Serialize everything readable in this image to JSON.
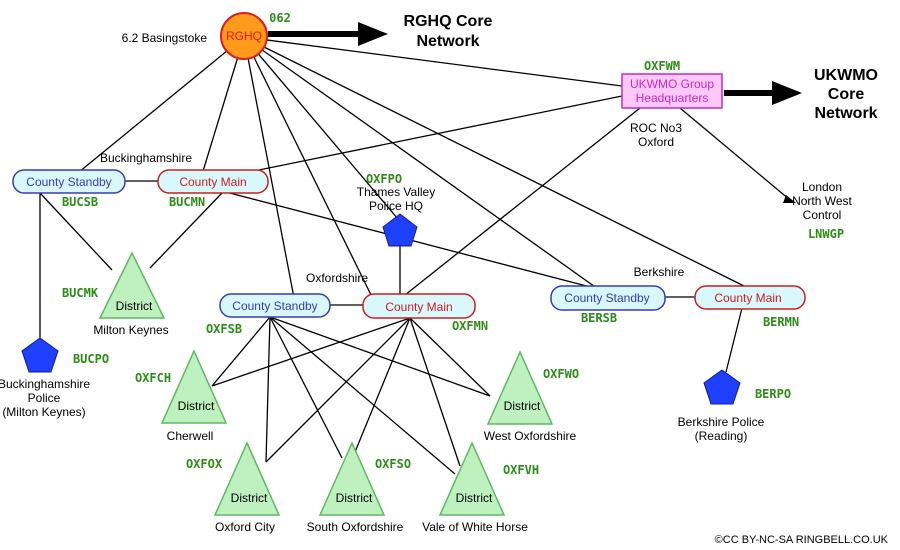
{
  "nodes": {
    "rghq": {
      "label": "RGHQ",
      "code": "062",
      "location": "6.2 Basingstoke"
    },
    "rghq_core": {
      "line1": "RGHQ Core",
      "line2": "Network"
    },
    "ukwmo_group": {
      "line1": "UKWMO Group",
      "line2": "Headquarters",
      "code": "OXFWM",
      "loc1": "ROC No3",
      "loc2": "Oxford"
    },
    "ukwmo_core": {
      "line1": "UKWMO",
      "line2": "Core",
      "line3": "Network"
    },
    "london": {
      "line1": "London",
      "line2": "North West",
      "line3": "Control",
      "code": "LNWGP"
    },
    "bucks_region": "Buckinghamshire",
    "bucks_standby": {
      "label": "County Standby",
      "code": "BUCSB"
    },
    "bucks_main": {
      "label": "County Main",
      "code": "BUCMN"
    },
    "bucks_district": {
      "label": "District",
      "code": "BUCMK",
      "name": "Milton Keynes"
    },
    "bucks_police": {
      "code": "BUCPO",
      "line1": "Buckinghamshire",
      "line2": "Police",
      "line3": "(Milton Keynes)"
    },
    "tv_police": {
      "code": "OXFPO",
      "line1": "Thames Valley",
      "line2": "Police HQ"
    },
    "oxon_region": "Oxfordshire",
    "oxon_standby": {
      "label": "County Standby",
      "code": "OXFSB"
    },
    "oxon_main": {
      "label": "County Main",
      "code": "OXFMN"
    },
    "berks_region": "Berkshire",
    "berks_standby": {
      "label": "County Standby",
      "code": "BERSB"
    },
    "berks_main": {
      "label": "County Main",
      "code": "BERMN"
    },
    "berks_police": {
      "code": "BERPO",
      "line1": "Berkshire Police",
      "line2": "(Reading)"
    },
    "cherwell": {
      "label": "District",
      "code": "OXFCH",
      "name": "Cherwell"
    },
    "west_oxon": {
      "label": "District",
      "code": "OXFWO",
      "name": "West Oxfordshire"
    },
    "oxford_city": {
      "label": "District",
      "code": "OXFOX",
      "name": "Oxford City"
    },
    "south_oxon": {
      "label": "District",
      "code": "OXFSO",
      "name": "South Oxfordshire"
    },
    "vale": {
      "label": "District",
      "code": "OXFVH",
      "name": "Vale of White Horse"
    }
  },
  "copyright": "©CC BY-NC-SA RINGBELL.CO.UK",
  "colors": {
    "rghq_fill": "#ff9a1a",
    "rghq_text": "#d81f1f",
    "standby_border": "#3a3ab0",
    "main_border": "#c81e1e",
    "node_fill": "#d8f8fb",
    "group_fill": "#ffc8f8",
    "group_border": "#c02cc0",
    "district_fill": "#bff0bf",
    "district_border": "#5fb85f",
    "police_fill": "#2040ff",
    "code_text": "#2e8b17"
  }
}
